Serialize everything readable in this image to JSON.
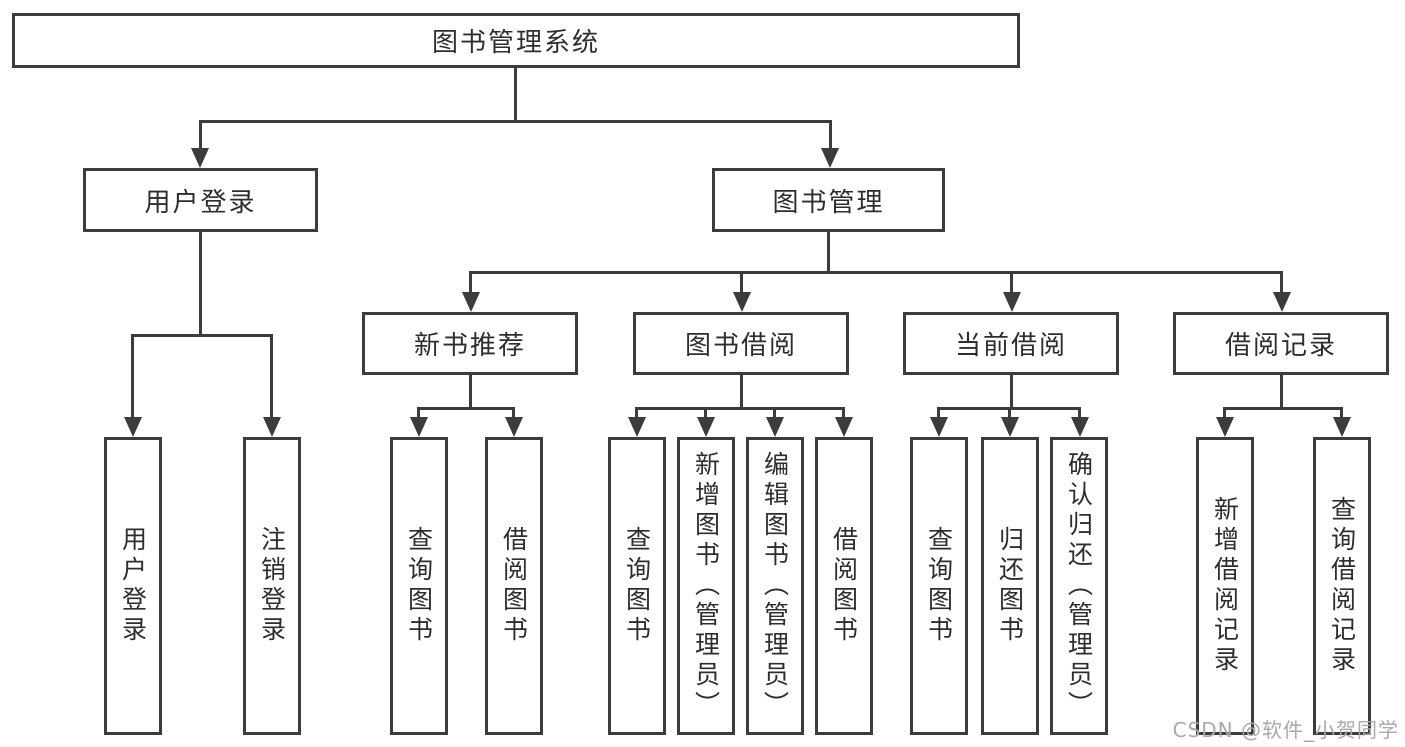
{
  "diagram": {
    "title_node": {
      "label": "图书管理系统"
    },
    "level2": [
      {
        "label": "用户登录"
      },
      {
        "label": "图书管理"
      }
    ],
    "level3": [
      {
        "label": "新书推荐"
      },
      {
        "label": "图书借阅"
      },
      {
        "label": "当前借阅"
      },
      {
        "label": "借阅记录"
      }
    ],
    "leaves": [
      {
        "label": "用户登录",
        "parent": "用户登录"
      },
      {
        "label": "注销登录",
        "parent": "用户登录"
      },
      {
        "label": "查询图书",
        "parent": "新书推荐"
      },
      {
        "label": "借阅图书",
        "parent": "新书推荐"
      },
      {
        "label": "查询图书",
        "parent": "图书借阅"
      },
      {
        "label": "新增图书（管理员）",
        "parent": "图书借阅"
      },
      {
        "label": "编辑图书（管理员）",
        "parent": "图书借阅"
      },
      {
        "label": "借阅图书",
        "parent": "图书借阅"
      },
      {
        "label": "查询图书",
        "parent": "当前借阅"
      },
      {
        "label": "归还图书",
        "parent": "当前借阅"
      },
      {
        "label": "确认归还（管理员）",
        "parent": "当前借阅"
      },
      {
        "label": "新增借阅记录",
        "parent": "借阅记录"
      },
      {
        "label": "查询借阅记录",
        "parent": "借阅记录"
      }
    ],
    "colors": {
      "line": "#3c3c3c",
      "text": "#2e2e2e",
      "watermark": "#a9a9a9"
    }
  },
  "watermark": {
    "text": "CSDN @软件_小贺同学"
  }
}
